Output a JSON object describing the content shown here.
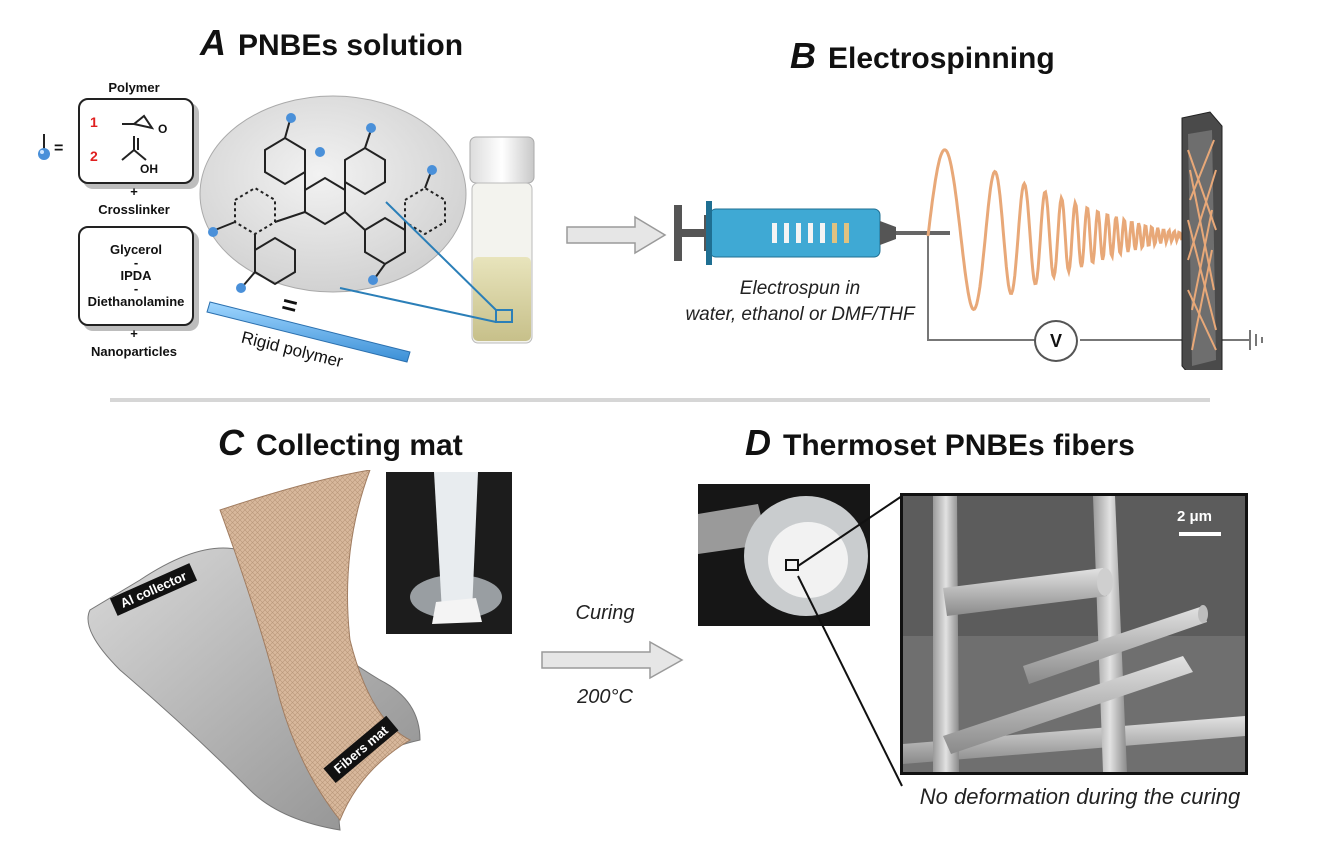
{
  "panels": {
    "a": {
      "letter": "A",
      "title": "PNBEs solution"
    },
    "b": {
      "letter": "B",
      "title": "Electrospinning"
    },
    "c": {
      "letter": "C",
      "title": "Collecting mat"
    },
    "d": {
      "letter": "D",
      "title": "Thermoset PNBEs fibers"
    }
  },
  "composition": {
    "equals": "=",
    "polymer_label": "Polymer",
    "polymer_items": [
      "1",
      "2"
    ],
    "oh_label": "OH",
    "o_label": "O",
    "plus1": "+",
    "crosslinker_label": "Crosslinker",
    "crosslinkers": [
      "Glycerol",
      "-",
      "IPDA",
      "-",
      "Diethanolamine"
    ],
    "plus2": "+",
    "nanoparticles_label": "Nanoparticles"
  },
  "rigid": {
    "equals": "=",
    "label": "Rigid polymer"
  },
  "electrospinning": {
    "caption_line1": "Electrospun in",
    "caption_line2": "water, ethanol or DMF/THF",
    "voltmeter": "V"
  },
  "collecting": {
    "al_label": "Al collector",
    "fibers_label": "Fibers mat"
  },
  "curing": {
    "label": "Curing",
    "temperature": "200°C"
  },
  "thermoset": {
    "scale_bar": "2 μm",
    "caption": "No deformation during the curing"
  },
  "colors": {
    "accent_blue": "#4a90d9",
    "syringe_blue": "#3fa9d4",
    "fiber_orange": "#e8a878",
    "mat_tan": "#d8b89c",
    "index_red": "#e02020"
  }
}
